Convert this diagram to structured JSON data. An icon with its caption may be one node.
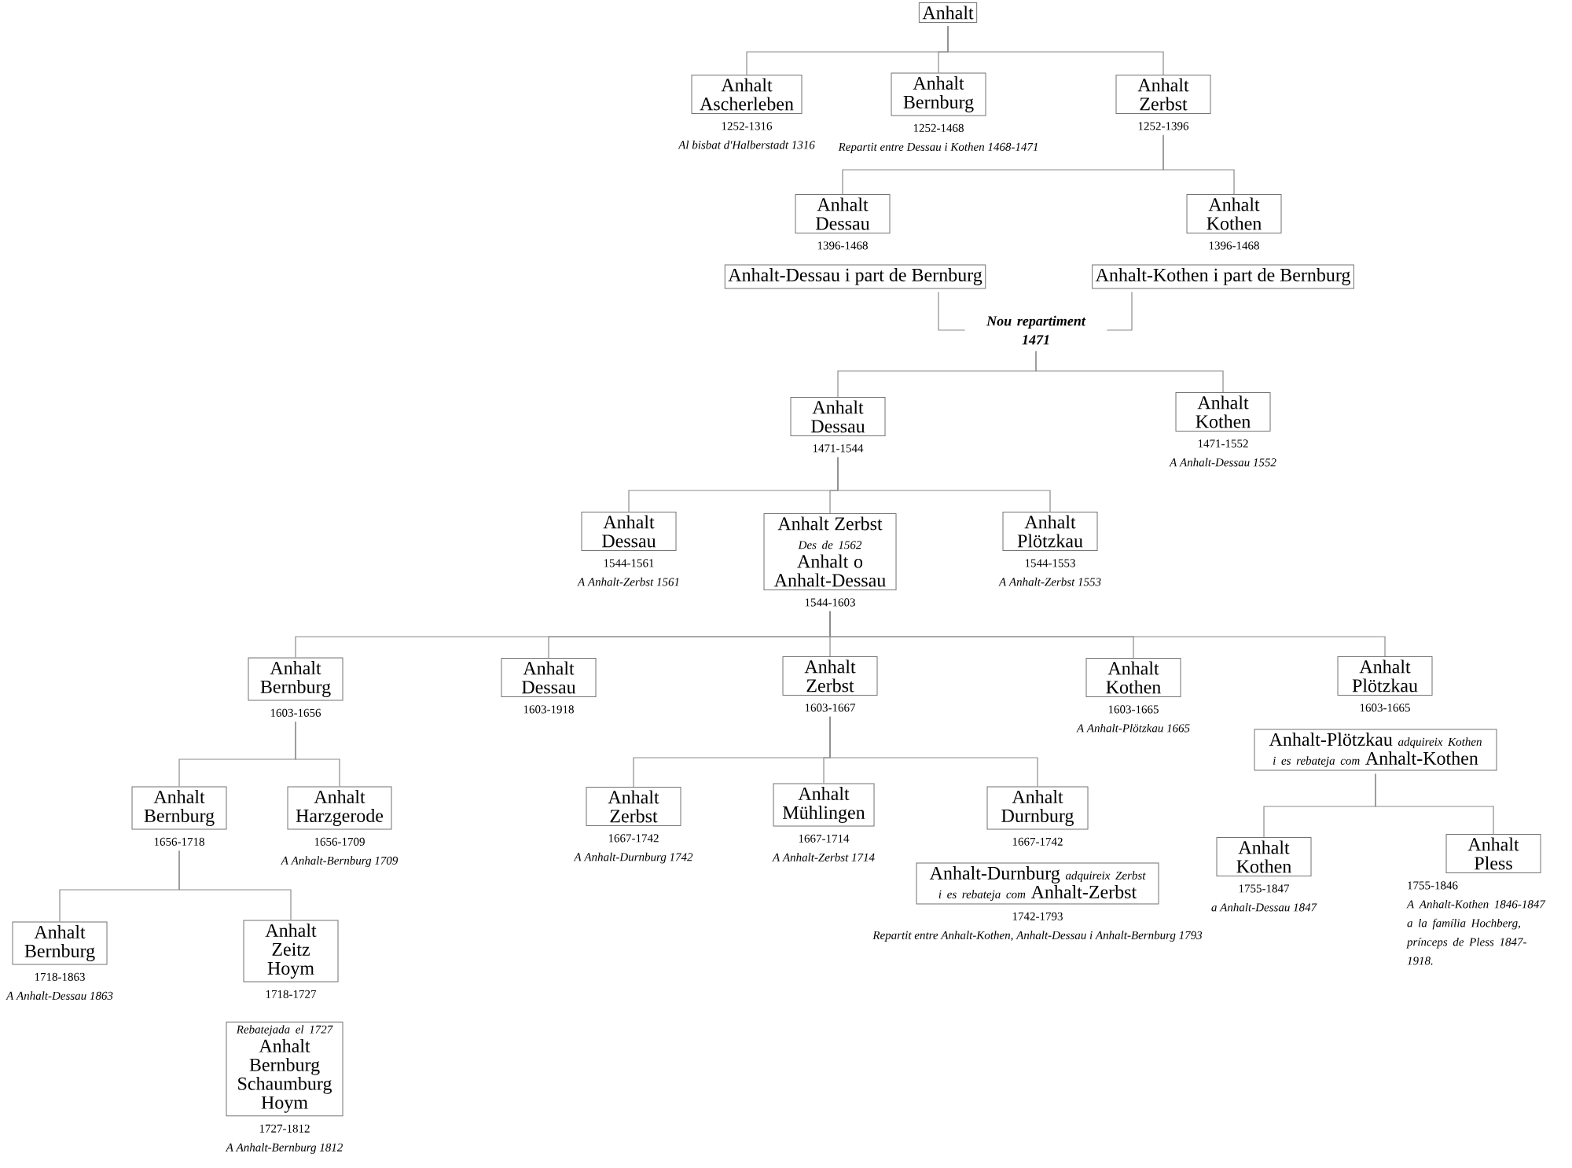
{
  "diagram": {
    "nodes": [
      {
        "text": [
          "Anhalt"
        ]
      },
      {
        "text": [
          "Anhalt Ascherleben"
        ],
        "beside": [
          "1252-1316",
          "Al bisbat d'Halberstadt 1316"
        ]
      },
      {
        "text": [
          "Anhalt Bernburg"
        ],
        "beside": [
          "1252-1468",
          "Repartit entre Dessau i Kothen 1468-1471"
        ]
      },
      {
        "text": [
          "Anhalt Zerbst"
        ],
        "beside": [
          "1252-1396"
        ]
      },
      {
        "text": [
          "Anhalt Dessau"
        ],
        "beside": [
          "1396-1468"
        ]
      },
      {
        "text": [
          "Anhalt Kothen"
        ],
        "beside": [
          "1396-1468"
        ]
      },
      {
        "text": [
          "Anhalt-Dessau i part de Bernburg"
        ]
      },
      {
        "text": [
          "Anhalt-Kothen i part de Bernburg"
        ]
      },
      {
        "text": [
          "Nou repartiment 1471"
        ]
      },
      {
        "text": [
          "Anhalt Dessau"
        ],
        "beside": [
          "1471-1544"
        ]
      },
      {
        "text": [
          "Anhalt Kothen"
        ],
        "beside": [
          "1471-1552",
          "A Anhalt-Dessau 1552"
        ]
      },
      {
        "text": [
          "Anhalt Dessau"
        ],
        "beside": [
          "1544-1561",
          "A Anhalt-Zerbst 1561"
        ]
      },
      {
        "text": [
          "Anhalt Zerbst",
          "Des de 1562",
          "Anhalt o Anhalt-Dessau"
        ],
        "beside": [
          "1544-1603"
        ]
      },
      {
        "text": [
          "Anhalt Plötzkau"
        ],
        "beside": [
          "1544-1553",
          "A Anhalt-Zerbst 1553"
        ]
      },
      {
        "text": [
          "Anhalt Bernburg"
        ],
        "beside": [
          "1603-1656"
        ]
      },
      {
        "text": [
          "Anhalt Dessau"
        ],
        "beside": [
          "1603-1918"
        ]
      },
      {
        "text": [
          "Anhalt Zerbst"
        ],
        "beside": [
          "1603-1667"
        ]
      },
      {
        "text": [
          "Anhalt Kothen"
        ],
        "beside": [
          "1603-1665",
          "A Anhalt-Plötzkau 1665"
        ]
      },
      {
        "text": [
          "Anhalt Plötzkau"
        ],
        "beside": [
          "1603-1665"
        ]
      },
      {
        "text": [
          "Anhalt-Plötzkau",
          "adquireix Kothen i es rebateja com",
          "Anhalt-Kothen"
        ]
      },
      {
        "text": [
          "Anhalt Bernburg"
        ],
        "beside": [
          "1656-1718"
        ]
      },
      {
        "text": [
          "Anhalt Harzgerode"
        ],
        "beside": [
          "1656-1709",
          "A Anhalt-Bernburg 1709"
        ]
      },
      {
        "text": [
          "Anhalt Zerbst"
        ],
        "beside": [
          "1667-1742",
          "A Anhalt-Durnburg 1742"
        ]
      },
      {
        "text": [
          "Anhalt Mühlingen"
        ],
        "beside": [
          "1667-1714",
          "A Anhalt-Zerbst 1714"
        ]
      },
      {
        "text": [
          "Anhalt Durnburg"
        ],
        "beside": [
          "1667-1742"
        ]
      },
      {
        "text": [
          "Anhalt-Durnburg",
          "adquireix Zerbst i es rebateja com",
          "Anhalt-Zerbst"
        ],
        "beside": [
          "1742-1793",
          "Repartit entre Anhalt-Kothen, Anhalt-Dessau i Anhalt-Bernburg 1793"
        ]
      },
      {
        "text": [
          "Anhalt Kothen"
        ],
        "beside": [
          "1755-1847",
          "a Anhalt-Dessau 1847"
        ]
      },
      {
        "text": [
          "Anhalt Pless"
        ],
        "beside": [
          "1755-1846",
          "A Anhalt-Kothen 1846-1847 a la família Hochberg, prínceps de Pless 1847-1918."
        ]
      },
      {
        "text": [
          "Anhalt Bernburg"
        ],
        "beside": [
          "1718-1863",
          "A Anhalt-Dessau 1863"
        ]
      },
      {
        "text": [
          "Anhalt Zeitz Hoym"
        ],
        "beside": [
          "1718-1727"
        ]
      },
      {
        "text": [
          "Rebatejada el 1727",
          "Anhalt Bernburg Schaumburg Hoym"
        ],
        "beside": [
          "1727-1812",
          "A Anhalt-Bernburg 1812"
        ]
      }
    ],
    "edges": [
      {
        "from": 0,
        "to": 1,
        "arrow": "none"
      },
      {
        "from": 0,
        "to": 2,
        "arrow": "none"
      },
      {
        "from": 0,
        "to": 3,
        "arrow": "none"
      },
      {
        "from": 3,
        "to": 4,
        "arrow": "none"
      },
      {
        "from": 3,
        "to": 5,
        "arrow": "none"
      },
      {
        "from": 6,
        "to": 8,
        "arrow": "none"
      },
      {
        "from": 7,
        "to": 8,
        "arrow": "none"
      },
      {
        "from": 8,
        "to": 9,
        "arrow": "none"
      },
      {
        "from": 8,
        "to": 10,
        "arrow": "none"
      },
      {
        "from": 9,
        "to": 11,
        "arrow": "none"
      },
      {
        "from": 9,
        "to": 12,
        "arrow": "none"
      },
      {
        "from": 9,
        "to": 13,
        "arrow": "none"
      },
      {
        "from": 12,
        "to": 14,
        "arrow": "none"
      },
      {
        "from": 12,
        "to": 15,
        "arrow": "none"
      },
      {
        "from": 12,
        "to": 16,
        "arrow": "none"
      },
      {
        "from": 12,
        "to": 17,
        "arrow": "none"
      },
      {
        "from": 12,
        "to": 18,
        "arrow": "none"
      },
      {
        "from": 14,
        "to": 20,
        "arrow": "none"
      },
      {
        "from": 14,
        "to": 21,
        "arrow": "none"
      },
      {
        "from": 16,
        "to": 22,
        "arrow": "none"
      },
      {
        "from": 16,
        "to": 23,
        "arrow": "none"
      },
      {
        "from": 16,
        "to": 24,
        "arrow": "none"
      },
      {
        "from": 19,
        "to": 26,
        "arrow": "none"
      },
      {
        "from": 19,
        "to": 27,
        "arrow": "none"
      },
      {
        "from": 20,
        "to": 28,
        "arrow": "none"
      },
      {
        "from": 20,
        "to": 29,
        "arrow": "none"
      }
    ]
  }
}
